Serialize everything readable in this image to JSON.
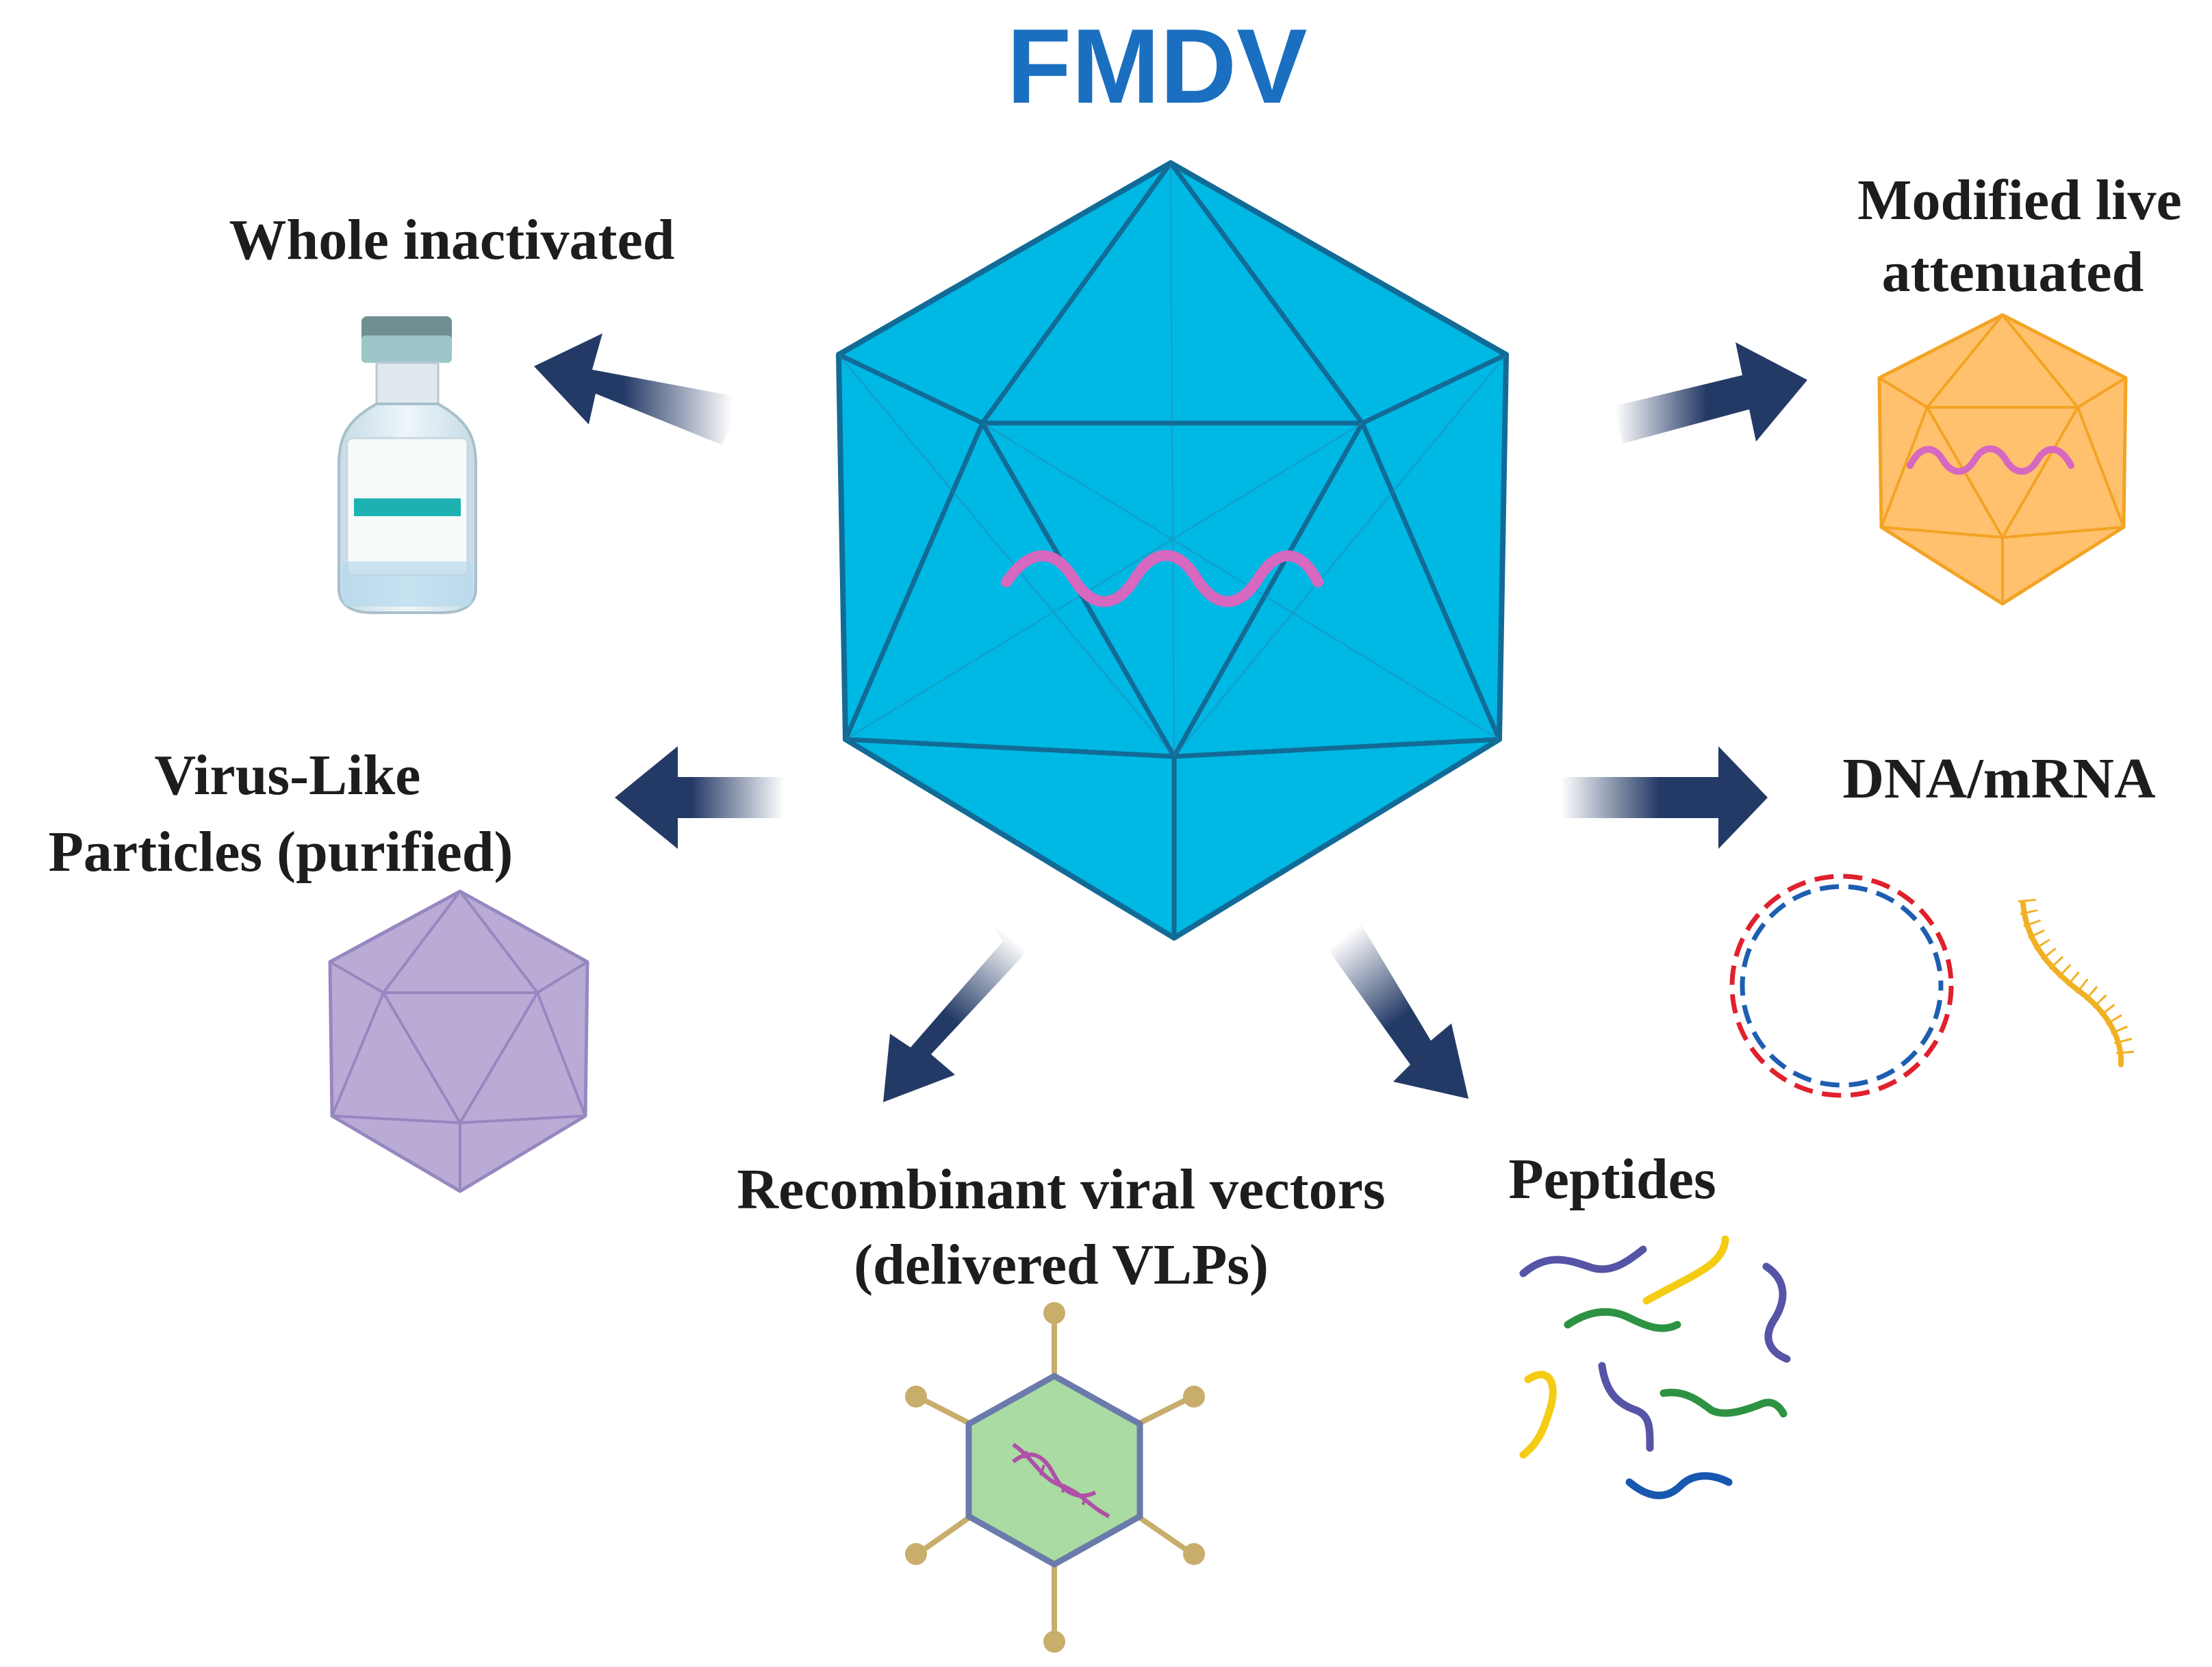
{
  "title": "FMDV",
  "labels": {
    "whole_inactivated": "Whole inactivated",
    "modified_live_line1": "Modified live",
    "modified_live_line2": "attenuated",
    "vlp_line1": "Virus-Like",
    "vlp_line2": "Particles (purified)",
    "dna_mrna": "DNA/mRNA",
    "recombinant_line1": "Recombinant viral vectors",
    "recombinant_line2": "(delivered VLPs)",
    "peptides": "Peptides"
  },
  "colors": {
    "title": "#1b6fc0",
    "capsid_fill": "#00b8e4",
    "capsid_stroke": "#126b96",
    "arrow": "#243a66",
    "rna": "#d668bf",
    "attenuated_fill": "#ffc16e",
    "attenuated_stroke": "#f3a323",
    "vlp_fill": "#b9abd6",
    "vlp_stroke": "#9787c0",
    "vector_fill": "#a9dba3",
    "vector_stroke": "#6a7bab",
    "spike": "#c8ad6b",
    "dna_red": "#e0202c",
    "dna_blue": "#1e5eb1",
    "mrna": "#f1b125",
    "peptide_purple": "#5654a6",
    "peptide_yellow": "#f4cc13",
    "peptide_green": "#2e9243",
    "peptide_blue": "#1757b0",
    "vial_cap": "#9cc6c8",
    "vial_band": "#1db2b1"
  },
  "icons": [
    "whole-inactivated-vial-icon",
    "attenuated-virus-icon",
    "vlp-icon",
    "dna-plasmid-icon",
    "mrna-strand-icon",
    "viral-vector-icon",
    "peptides-icon"
  ]
}
